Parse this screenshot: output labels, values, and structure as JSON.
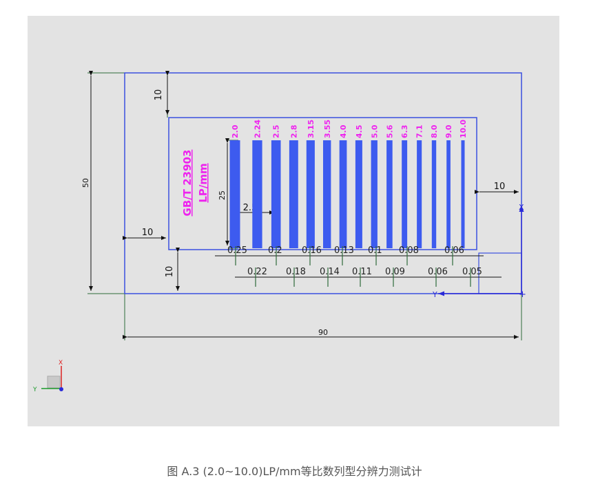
{
  "caption": "图 A.3  (2.0~10.0)LP/mm等比数列型分辨力测试计",
  "dimensions": {
    "outer_width": "90",
    "outer_height": "50",
    "top_margin": "10",
    "left_margin": "10",
    "bottom_margin": "10",
    "right_margin": "10",
    "bar_height": "25",
    "bar_pitch": "2.5"
  },
  "labels": {
    "standard": "GB/T 23903",
    "unit": "LP/mm"
  },
  "frequencies": [
    "2.0",
    "2.24",
    "2.5",
    "2.8",
    "3.15",
    "3.55",
    "4.0",
    "4.5",
    "5.0",
    "5.6",
    "6.3",
    "7.1",
    "8.0",
    "9.0",
    "10.0"
  ],
  "widths_row1": [
    "0.25",
    "0.2",
    "0.16",
    "0.13",
    "0.1",
    "0.08",
    "0.06"
  ],
  "widths_row2": [
    "0.22",
    "0.18",
    "0.14",
    "0.11",
    "0.09",
    "0.06",
    "0.05"
  ],
  "axes": {
    "x": "X",
    "y": "Y"
  },
  "colors": {
    "outline": "#3a4fe0",
    "bar": "#3d5bef",
    "label": "#ee22ee",
    "dim": "#2e6b3a",
    "background": "#e3e3e3"
  }
}
